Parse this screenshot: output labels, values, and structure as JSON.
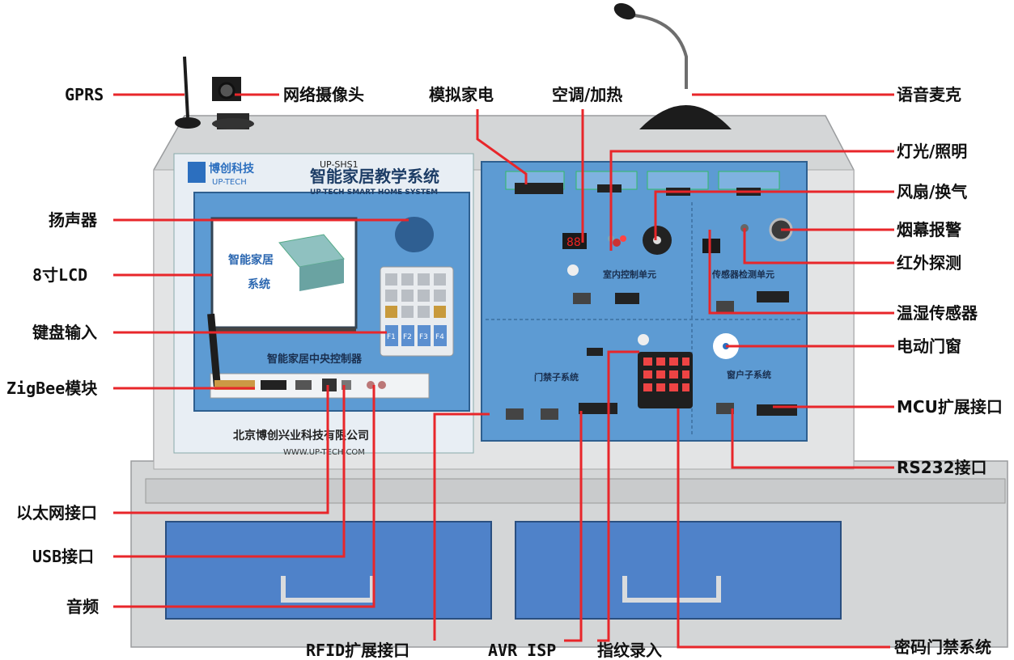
{
  "device": {
    "model": "UP-SHS1",
    "brand_cn": "博创科技",
    "brand_en": "UP-TECH",
    "title_cn": "智能家居教学系统",
    "title_en": "UP-TECH SMART HOME SYSTEM",
    "controller_label": "智能家居中央控制器",
    "company": "北京博创兴业科技有限公司",
    "website": "WWW.UP-TECH.COM",
    "screen_text_1": "智能家居",
    "screen_text_2": "系统",
    "door_subsystem": "门禁子系统",
    "window_subsystem": "窗户子系统",
    "indoor_unit": "室内控制单元",
    "sensor_unit": "传感器检测单元"
  },
  "keypad": {
    "keys": [
      "F1",
      "F2",
      "F3",
      "F4"
    ]
  },
  "labels": {
    "gprs": "GPRS",
    "camera": "网络摄像头",
    "appliance": "模拟家电",
    "ac": "空调/加热",
    "mic": "语音麦克",
    "light": "灯光/照明",
    "fan": "风扇/换气",
    "smoke": "烟幕报警",
    "infrared": "红外探测",
    "temp": "温湿传感器",
    "window": "电动门窗",
    "mcu": "MCU扩展接口",
    "rs232": "RS232接口",
    "speaker": "扬声器",
    "lcd": "8寸LCD",
    "keyboard": "键盘输入",
    "zigbee": "ZigBee模块",
    "ethernet": "以太网接口",
    "usb": "USB接口",
    "audio": "音频",
    "rfid": "RFID扩展接口",
    "avr": "AVR ISP",
    "fingerprint": "指纹录入",
    "password": "密码门禁系统"
  },
  "colors": {
    "leader": "#e8262a",
    "panel_blue": "#5d9bd3",
    "case_gray": "#d4d6d7",
    "drawer_blue": "#4f82c9"
  }
}
